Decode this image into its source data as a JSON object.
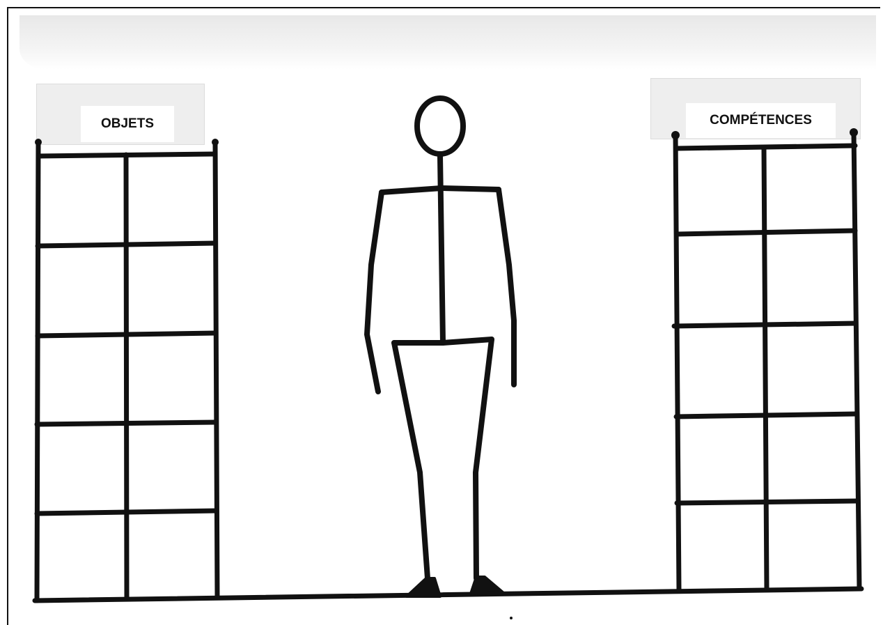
{
  "left_panel": {
    "label": "OBJETS",
    "rows": 5,
    "columns": 2
  },
  "right_panel": {
    "label": "COMPÉTENCES",
    "rows": 5,
    "columns": 2
  },
  "figure": "stick-figure",
  "colors": {
    "ink": "#111111",
    "paper": "#ffffff",
    "tape": "#ebebeb"
  }
}
